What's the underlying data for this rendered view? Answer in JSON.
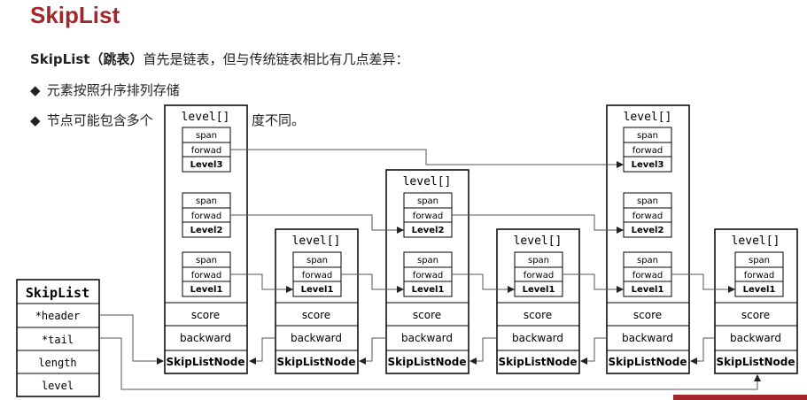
{
  "page": {
    "title": "SkipList",
    "intro_bold": "SkipList（跳表）",
    "intro_rest": "首先是链表，但与传统链表相比有几点差异：",
    "bullets": [
      "元素按照升序排列存储",
      "节点可能包含多个",
      "度不同。"
    ]
  },
  "diagram": {
    "header_struct": {
      "title": "SkipList",
      "fields": [
        "*header",
        "*tail",
        "length",
        "level"
      ]
    },
    "node_labels": {
      "level_array": "level[]",
      "span": "span",
      "forward": "forwad",
      "score": "score",
      "backward": "backward",
      "node_type": "SkipListNode"
    },
    "nodes": [
      {
        "levels": [
          "Level3",
          "Level2",
          "Level1"
        ]
      },
      {
        "levels": [
          "Level1"
        ]
      },
      {
        "levels": [
          "Level2",
          "Level1"
        ]
      },
      {
        "levels": [
          "Level1"
        ]
      },
      {
        "levels": [
          "Level3",
          "Level2",
          "Level1"
        ]
      },
      {
        "levels": [
          "Level1"
        ]
      }
    ]
  },
  "colors": {
    "title": "#a3262b",
    "line": "#000000",
    "arrow": "#555555"
  }
}
